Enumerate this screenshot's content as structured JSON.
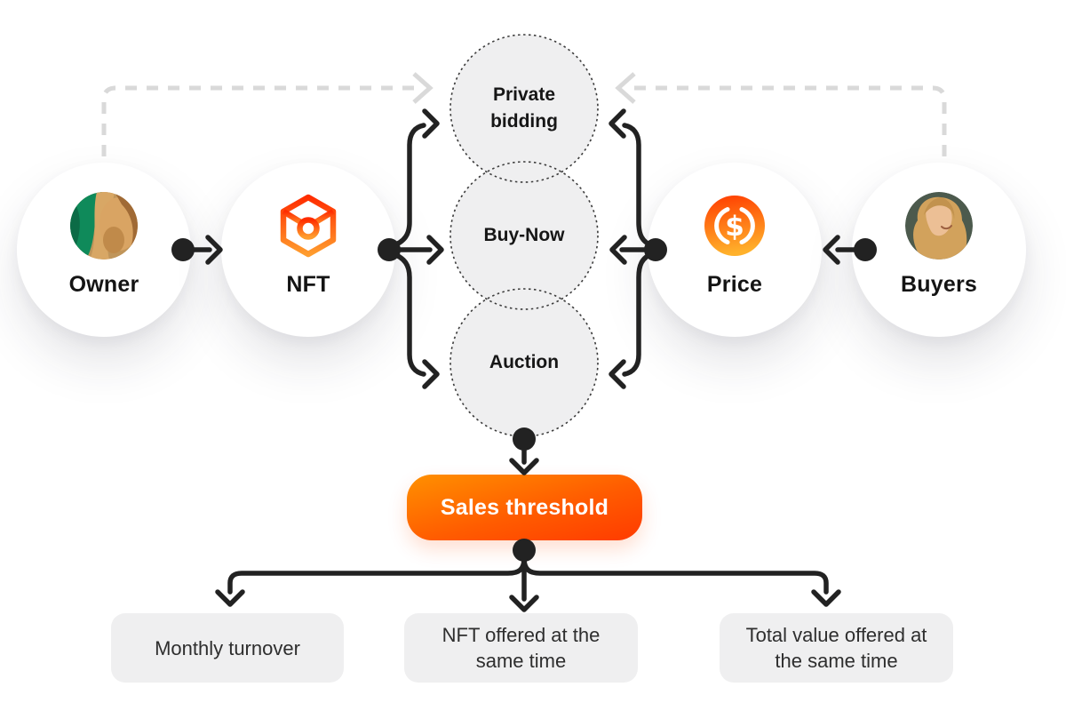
{
  "diagram": {
    "actors": [
      {
        "id": "owner",
        "label": "Owner",
        "icon": "owner-avatar-photo"
      },
      {
        "id": "nft",
        "label": "NFT",
        "icon": "nft-cube-icon"
      },
      {
        "id": "price",
        "label": "Price",
        "icon": "usd-coin-icon"
      },
      {
        "id": "buyers",
        "label": "Buyers",
        "icon": "buyers-avatar-photo"
      }
    ],
    "sale_options": [
      {
        "id": "private-bidding",
        "lines": [
          "Private",
          "bidding"
        ]
      },
      {
        "id": "buy-now",
        "lines": [
          "Buy-Now"
        ]
      },
      {
        "id": "auction",
        "lines": [
          "Auction"
        ]
      }
    ],
    "threshold_label": "Sales threshold",
    "outcomes": [
      {
        "lines": [
          "Monthly turnover"
        ]
      },
      {
        "lines": [
          "NFT offered at the",
          "same time"
        ]
      },
      {
        "lines": [
          "Total value offered at",
          "the same time"
        ]
      }
    ],
    "colors": {
      "accent_gradient_start": "#ff9000",
      "accent_gradient_end": "#ff3b00",
      "connector_black": "#222222",
      "dashed_gray": "#d9d9d9",
      "node_fill_gray": "#efeff0",
      "canvas": "#ffffff"
    }
  }
}
